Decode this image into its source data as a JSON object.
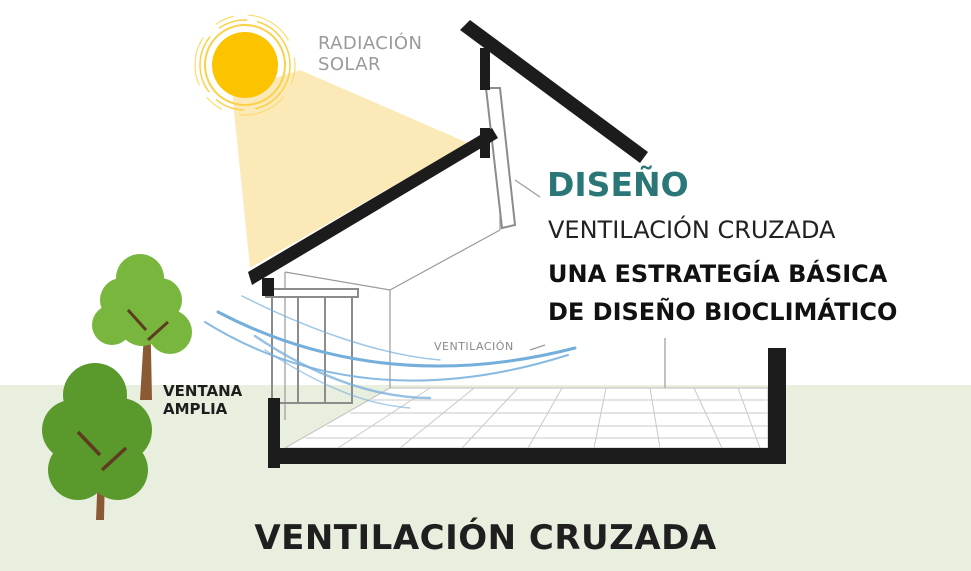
{
  "sun": {
    "label_line1": "RADIACIÓN",
    "label_line2": "SOLAR"
  },
  "heading": {
    "title": "DISEÑO",
    "subtitle": "VENTILACIÓN CRUZADA",
    "lead_line1": "UNA ESTRATEGÍA BÁSICA",
    "lead_line2": "DE DISEÑO BIOCLIMÁTICO"
  },
  "airflow_label": "VENTILACIÓN",
  "window_label": {
    "line1": "VENTANA",
    "line2": "AMPLIA"
  },
  "footer_title": "VENTILACIÓN CRUZADA",
  "colors": {
    "accent_teal": "#2b7777",
    "ground": "#e9efdf",
    "sun_fill": "#fcc400",
    "sun_ring": "#f9d14a",
    "sun_beam": "#fbe8b4",
    "airflow": "#74aedb",
    "tree_leaf_dark": "#5a9a2c",
    "tree_leaf_light": "#78b63d",
    "trunk": "#8a5a34",
    "wall": "#1c1c1c"
  },
  "icons": [
    "sun-icon",
    "tree-icon",
    "house-section-icon",
    "airflow-lines-icon"
  ]
}
